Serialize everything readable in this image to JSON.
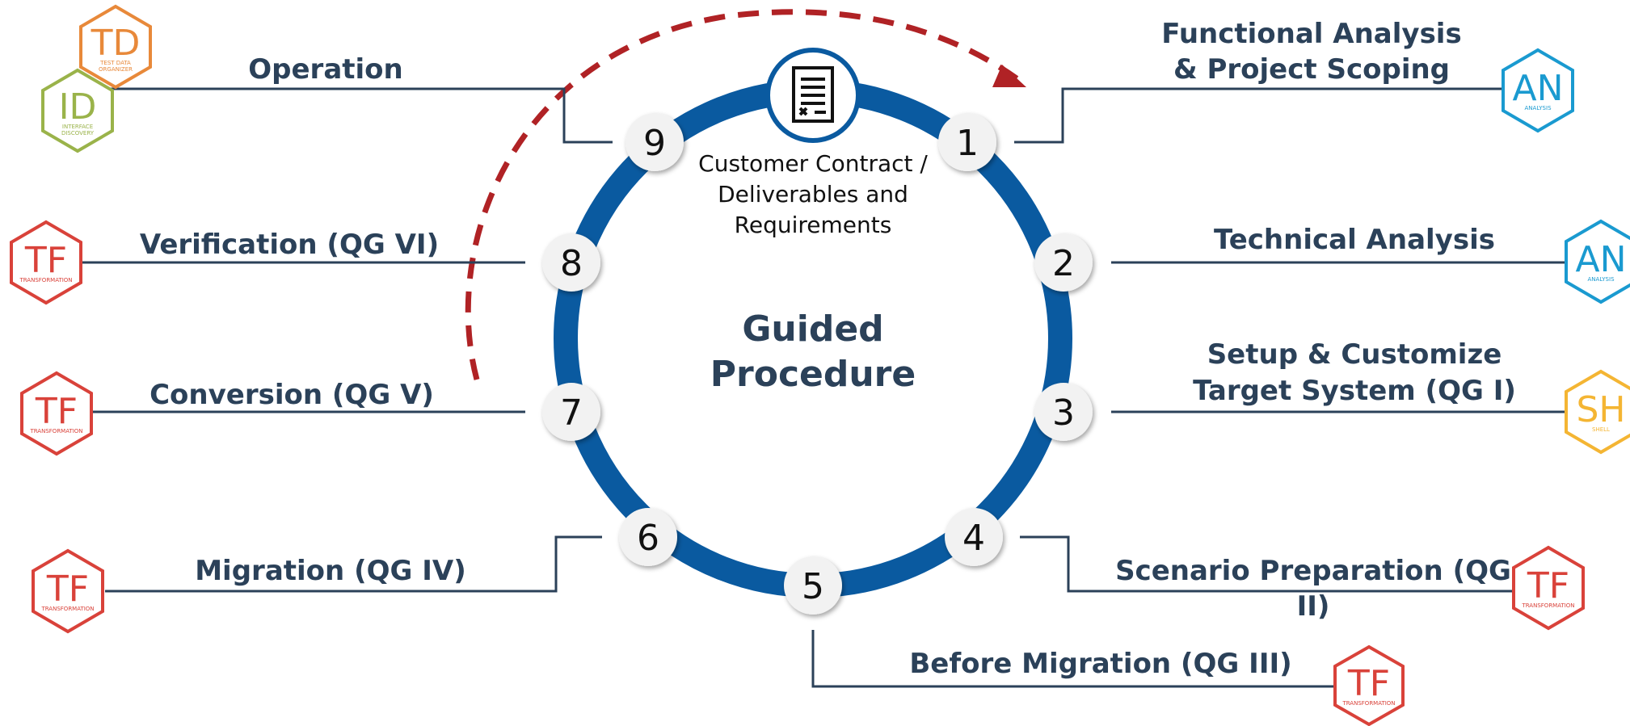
{
  "colors": {
    "ring": "#0a5aa0",
    "connector": "#2b4159",
    "arrow": "#b02225",
    "tf": "#d9423a",
    "an": "#1a9ad0",
    "sh": "#f4b533",
    "td": "#e8893a",
    "id": "#9ab34a"
  },
  "center": {
    "title_line1": "Guided",
    "title_line2": "Procedure",
    "contract_line1": "Customer Contract /",
    "contract_line2": "Deliverables and",
    "contract_line3": "Requirements",
    "document_icon": "document-icon"
  },
  "steps": [
    {
      "number": "1",
      "label_lines": [
        "Functional Analysis",
        "& Project Scoping"
      ]
    },
    {
      "number": "2",
      "label_lines": [
        "Technical Analysis"
      ]
    },
    {
      "number": "3",
      "label_lines": [
        "Setup & Customize",
        "Target System (QG I)"
      ]
    },
    {
      "number": "4",
      "label_lines": [
        "Scenario Preparation (QG",
        "II)"
      ]
    },
    {
      "number": "5",
      "label_lines": [
        "Before Migration (QG III)"
      ]
    },
    {
      "number": "6",
      "label_lines": [
        "Migration (QG IV)"
      ]
    },
    {
      "number": "7",
      "label_lines": [
        "Conversion (QG V)"
      ]
    },
    {
      "number": "8",
      "label_lines": [
        "Verification (QG VI)"
      ]
    },
    {
      "number": "9",
      "label_lines": [
        "Operation"
      ]
    }
  ],
  "badges": {
    "an": {
      "abbr": "AN",
      "sub": "ANALYSIS"
    },
    "tf": {
      "abbr": "TF",
      "sub": "TRANSFORMATION"
    },
    "sh": {
      "abbr": "SH",
      "sub": "SHELL"
    },
    "td": {
      "abbr": "TD",
      "sub_lines": [
        "TEST DATA",
        "ORGANIZER"
      ]
    },
    "id": {
      "abbr": "ID",
      "sub_lines": [
        "INTERFACE",
        "DISCOVERY"
      ]
    }
  }
}
